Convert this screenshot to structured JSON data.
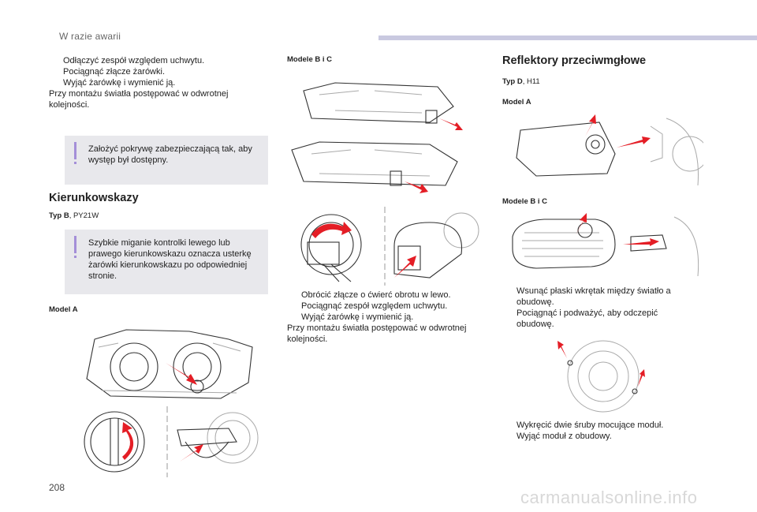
{
  "header": {
    "section": "W razie awarii"
  },
  "page_number": "208",
  "watermark": "carmanualsonline.info",
  "col1": {
    "steps_top": [
      "Odłączyć zespół względem uchwytu.",
      "Pociągnąć złącze żarówki.",
      "Wyjąć żarówkę i wymienić ją."
    ],
    "note_top": "Przy montażu światła postępować w odwrotnej kolejności.",
    "info1": "Założyć pokrywę zabezpieczającą tak, aby występ był dostępny.",
    "heading": "Kierunkowskazy",
    "type_label": "Typ B",
    "type_value": ", PY21W",
    "info2": "Szybkie miganie kontrolki lewego lub prawego kierunkowskazu oznacza usterkę żarówki kierunkowskazu po odpowiedniej stronie.",
    "model_label": "Model A"
  },
  "col2": {
    "model_label": "Modele B i C",
    "steps": [
      "Obrócić złącze o ćwierć obrotu w lewo.",
      "Pociągnąć zespół względem uchwytu.",
      "Wyjąć żarówkę i wymienić ją."
    ],
    "note": "Przy montażu światła postępować w odwrotnej kolejności."
  },
  "col3": {
    "heading": "Reflektory przeciwmgłowe",
    "type_label": "Typ D",
    "type_value": ", H11",
    "model_a": "Model A",
    "model_bc": "Modele B i C",
    "steps1": [
      "Wsunąć płaski wkrętak między światło a obudowę.",
      "Pociągnąć i podważyć, aby odczepić obudowę."
    ],
    "steps2": [
      "Wykręcić dwie śruby mocujące moduł.",
      "Wyjąć moduł z obudowy."
    ]
  },
  "bullet_glyph": "",
  "colors": {
    "accent_bar": "#c9c9e0",
    "info_bg": "#e8e8ec",
    "info_marker": "#a48fd8",
    "arrow": "#e41e26"
  }
}
